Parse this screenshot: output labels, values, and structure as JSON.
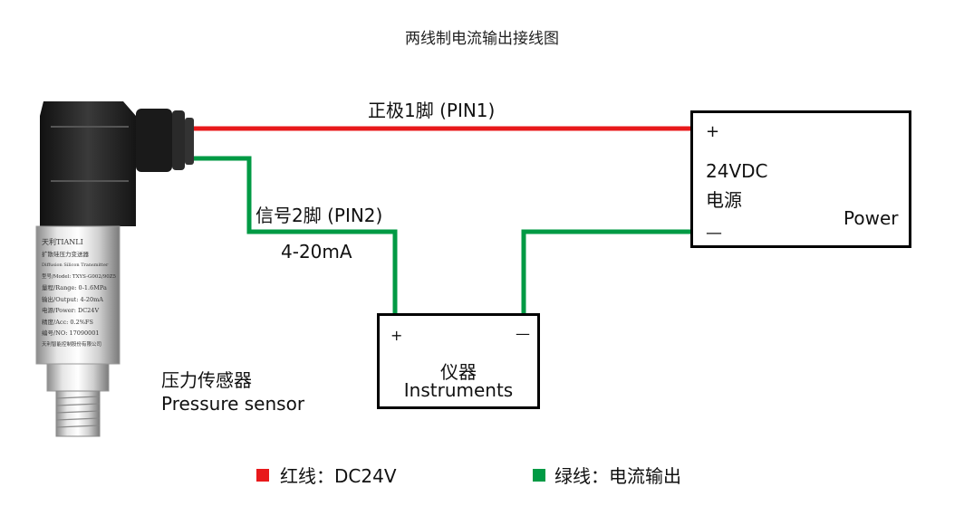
{
  "title": "两线制电流输出接线图",
  "wires": {
    "red_label": "正极1脚 (PIN1)",
    "green_label": "信号2脚 (PIN2)",
    "current_label": "4-20mA"
  },
  "power_box": {
    "plus": "+",
    "minus": "—",
    "voltage": "24VDC",
    "name_cn": "电源",
    "name_en": "Power"
  },
  "instrument_box": {
    "plus": "+",
    "minus": "—",
    "name_cn": "仪器",
    "name_en": "Instruments"
  },
  "sensor": {
    "name_cn": "压力传感器",
    "name_en": "Pressure sensor",
    "label_lines": [
      "天利TIANLI",
      "扩散硅压力变送器",
      "Diffusion Silicon Transmitter",
      "型号/Model: TXYS-G002/90Z5",
      "量程/Range: 0-1.6MPa",
      "输出/Output: 4-20mA",
      "电源/Power: DC24V",
      "精度/Acc: 0.2%FS",
      "编号/NO: 17090001",
      "天利智能控制股份有限公司"
    ]
  },
  "legend": {
    "red": "红线：DC24V",
    "green": "绿线：电流输出"
  },
  "colors": {
    "red_wire": "#e8191b",
    "green_wire": "#009a44",
    "box_border": "#000000"
  }
}
